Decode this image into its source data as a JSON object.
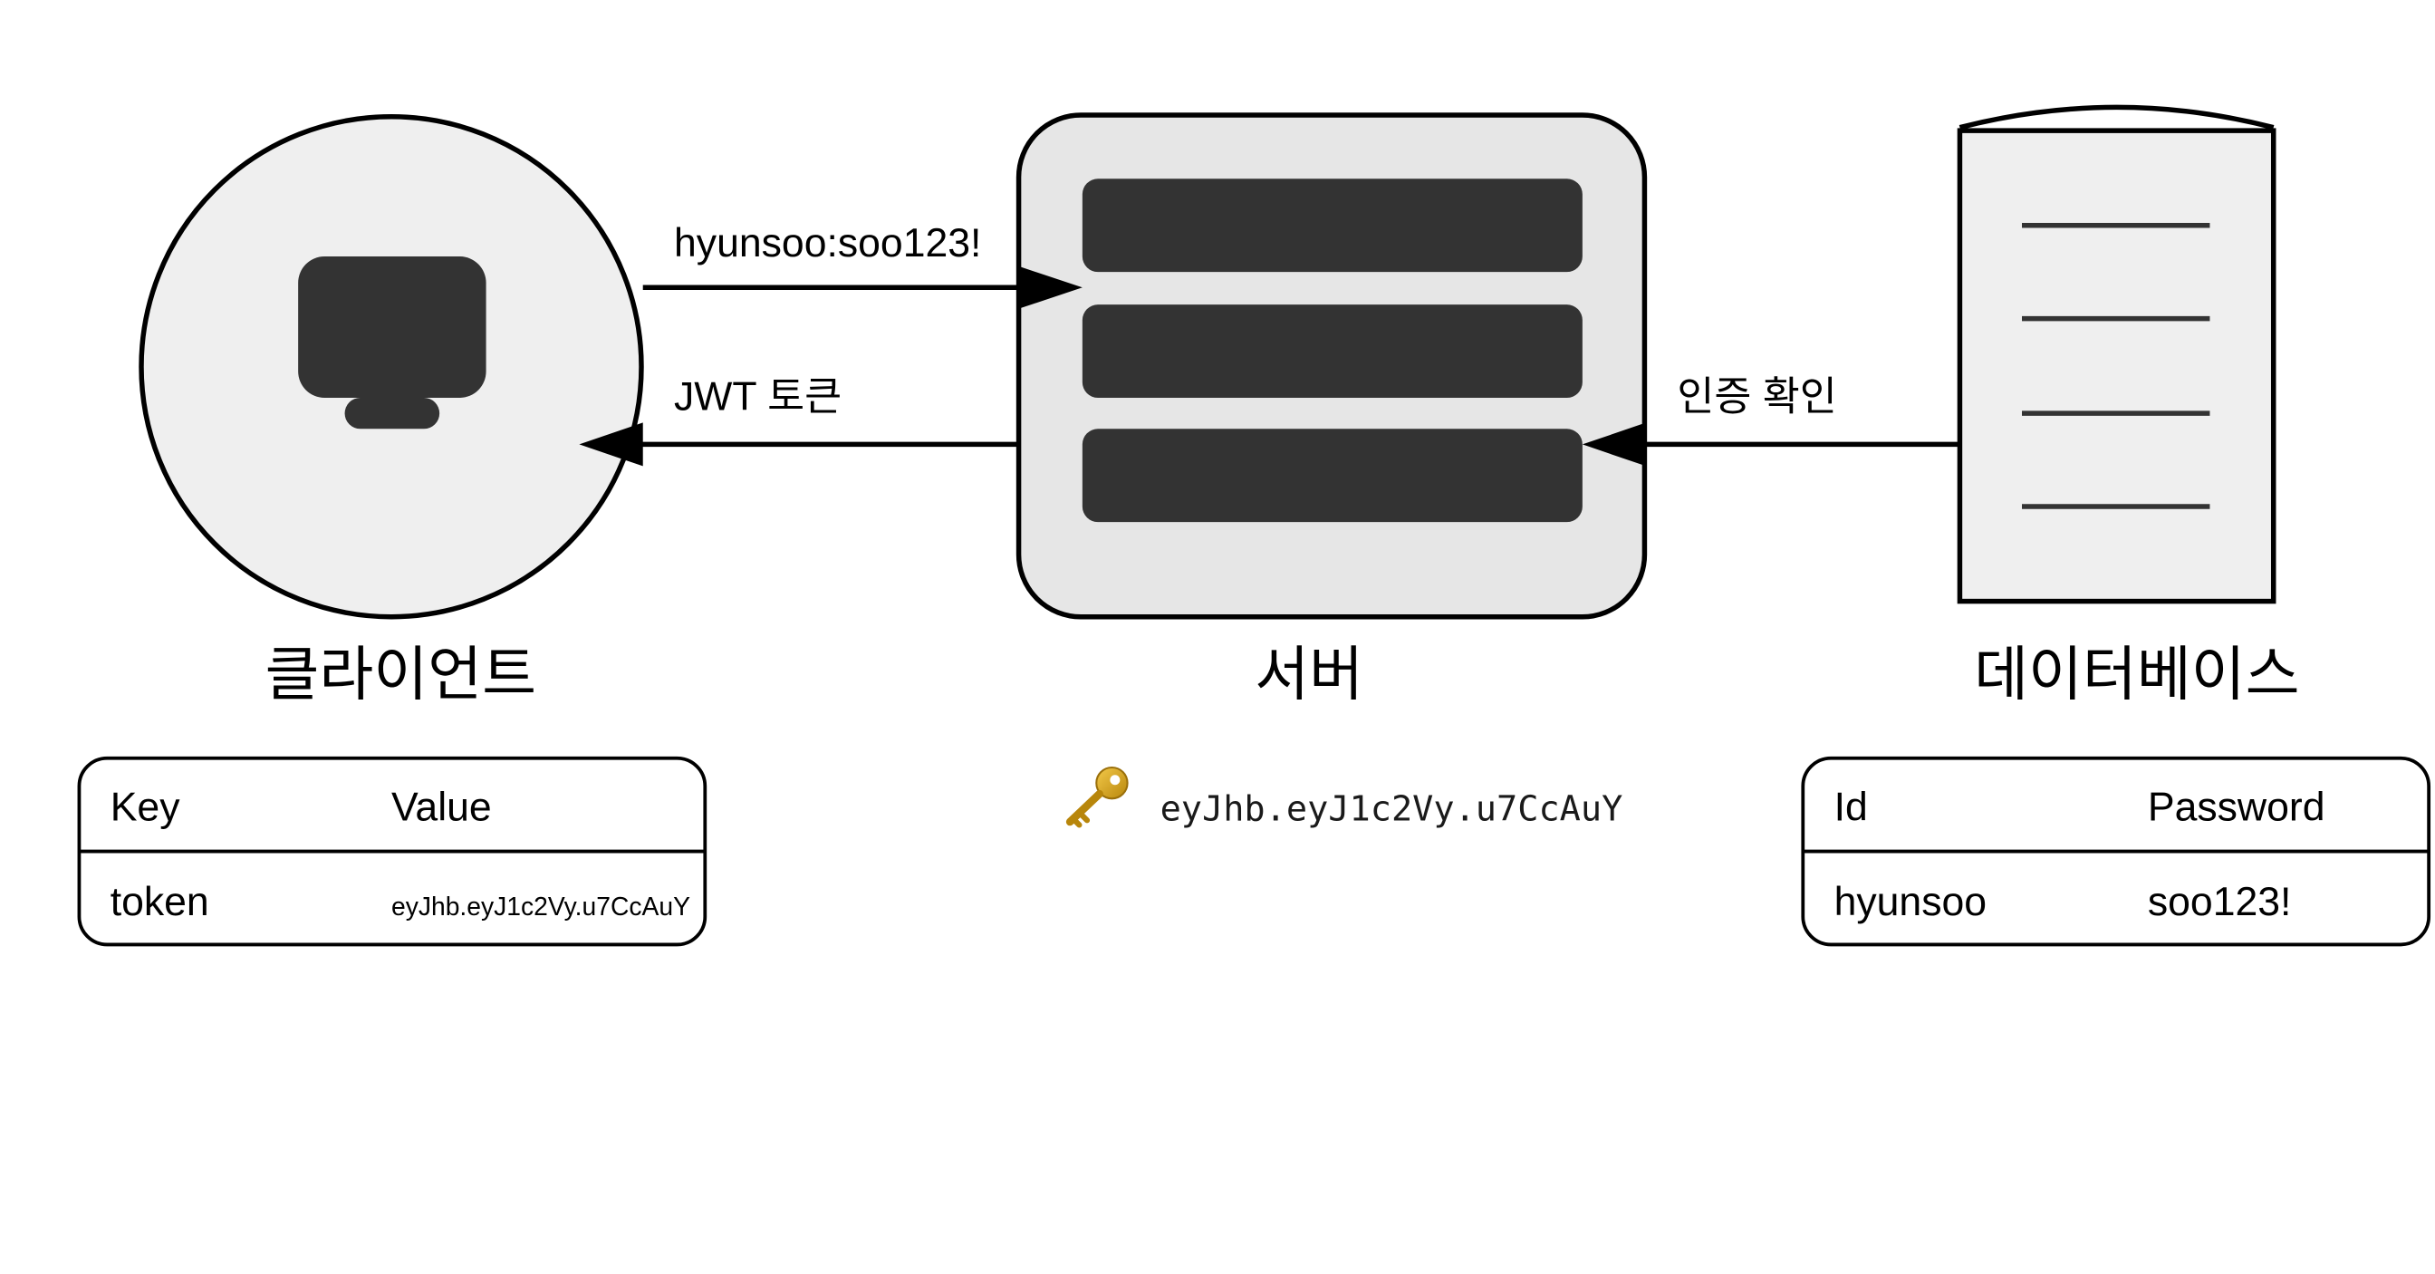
{
  "nodes": {
    "client": {
      "label": "클라이언트"
    },
    "server": {
      "label": "서버"
    },
    "database": {
      "label": "데이터베이스"
    }
  },
  "edges": {
    "credentials": {
      "label": "hyunsoo:soo123!"
    },
    "jwt_token": {
      "label": "JWT 토큰"
    },
    "auth_check": {
      "label": "인증 확인"
    }
  },
  "client_table": {
    "headers": [
      "Key",
      "Value"
    ],
    "rows": [
      [
        "token",
        "eyJhb.eyJ1c2Vy.u7CcAuY"
      ]
    ]
  },
  "server_token": {
    "icon": "key-icon",
    "text": "eyJhb.eyJ1c2Vy.u7CcAuY"
  },
  "db_table": {
    "headers": [
      "Id",
      "Password"
    ],
    "rows": [
      [
        "hyunsoo",
        "soo123!"
      ]
    ]
  },
  "colors": {
    "stroke": "#000000",
    "node_fill": "#efefef",
    "server_fill": "#e6e6e6",
    "dark_block": "#333333",
    "db_lines": "#333333",
    "key_gold": "#d4a017"
  }
}
